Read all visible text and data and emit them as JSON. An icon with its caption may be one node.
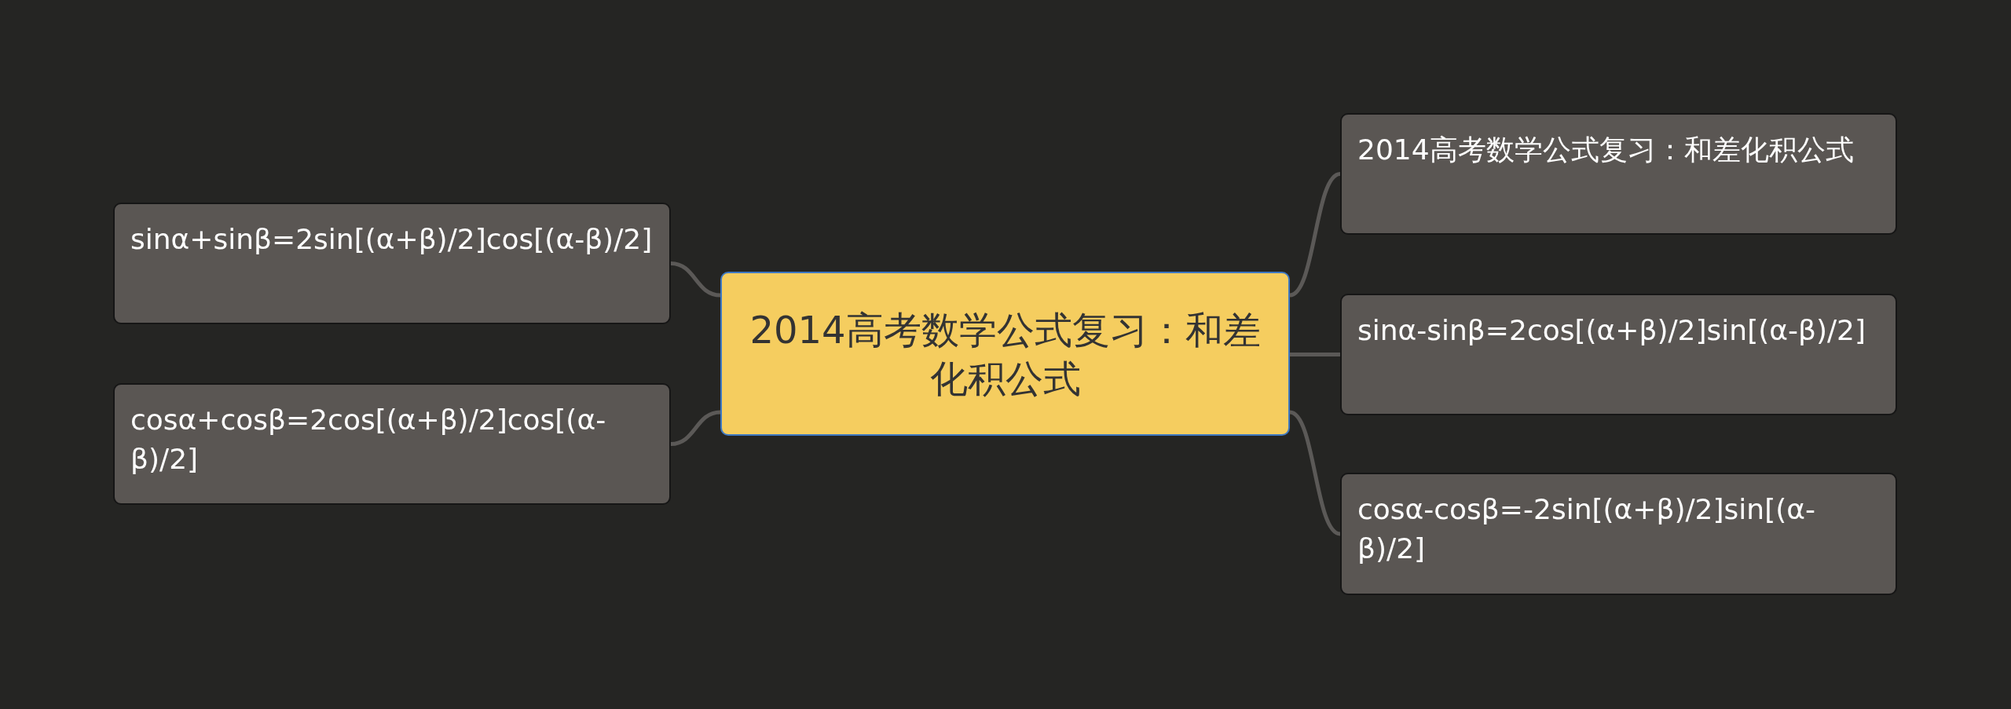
{
  "diagram": {
    "nodes": [
      {
        "text": [
          "2014高考数学公式复习：和差化积公式"
        ]
      },
      {
        "text": [
          "sinα+sinβ=2sin[(α+β)/2]cos[(α-β)/2]"
        ]
      },
      {
        "text": [
          "cosα+cosβ=2cos[(α+β)/2]cos[(α-β)/2]"
        ]
      },
      {
        "text": [
          "2014高考数学公式复习：和差化积公式"
        ]
      },
      {
        "text": [
          "sinα-sinβ=2cos[(α+β)/2]sin[(α-β)/2]"
        ]
      },
      {
        "text": [
          "cosα-cosβ=-2sin[(α+β)/2]sin[(α-β)/2]"
        ]
      }
    ],
    "edges": [
      {
        "from": 0,
        "to": 1,
        "arrow": "none"
      },
      {
        "from": 0,
        "to": 2,
        "arrow": "none"
      },
      {
        "from": 0,
        "to": 3,
        "arrow": "none"
      },
      {
        "from": 0,
        "to": 4,
        "arrow": "none"
      },
      {
        "from": 0,
        "to": 5,
        "arrow": "none"
      }
    ]
  }
}
